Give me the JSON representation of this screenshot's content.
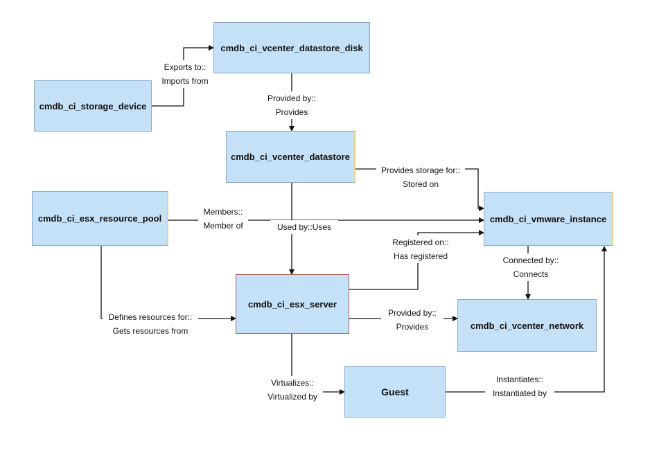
{
  "nodes": {
    "disk": "cmdb_ci_vcenter_datastore_disk",
    "storage": "cmdb_ci_storage_device",
    "datastore": "cmdb_ci_vcenter_datastore",
    "pool": "cmdb_ci_esx_resource_pool",
    "vmware": "cmdb_ci_vmware_instance",
    "esx": "cmdb_ci_esx_server",
    "network": "cmdb_ci_vcenter_network",
    "guest": "Guest"
  },
  "edges": {
    "exports_a": "Exports to::",
    "exports_b": "Imports from",
    "provided1_a": "Provided by::",
    "provided1_b": "Provides",
    "storage_for_a": "Provides storage for::",
    "storage_for_b": "Stored on",
    "members_a": "Members::",
    "members_b": "Member of",
    "used_by": "Used by::Uses",
    "registered_a": "Registered on::",
    "registered_b": "Has registered",
    "connected_a": "Connected by::",
    "connected_b": "Connects",
    "defines_a": "Defines resources for::",
    "defines_b": "Gets resources from",
    "provided2_a": "Provided by::",
    "provided2_b": "Provides",
    "virtualizes_a": "Virtualizes::",
    "virtualizes_b": "Virtualized by",
    "instantiates_a": "Instantiates::",
    "instantiates_b": "Instantiated by"
  }
}
